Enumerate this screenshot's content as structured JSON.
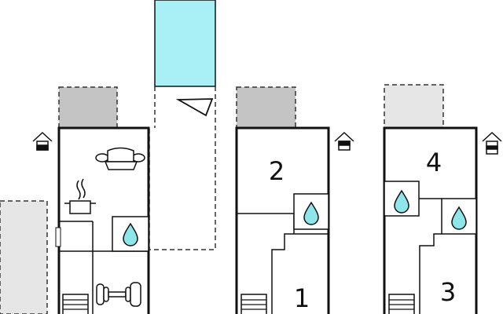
{
  "floor_plan": {
    "rooms": [
      {
        "id": "room-1",
        "label": "1"
      },
      {
        "id": "room-2",
        "label": "2"
      },
      {
        "id": "room-3",
        "label": "3"
      },
      {
        "id": "room-4",
        "label": "4"
      }
    ],
    "icons": {
      "bathroom": "water-drop-icon",
      "living": "sofa-icon",
      "kitchen": "cooking-pot-icon",
      "fitness": "dumbbell-icon",
      "stairs": "stairs-icon",
      "pool": "pool",
      "floor_marker": "house-floor-icon"
    },
    "colors": {
      "wall": "#111111",
      "pool": "#a8f0f5",
      "terrace_dark": "#c4c4c4",
      "terrace_light": "#e6e6e6",
      "water_drop": "#8fe6ea"
    }
  }
}
